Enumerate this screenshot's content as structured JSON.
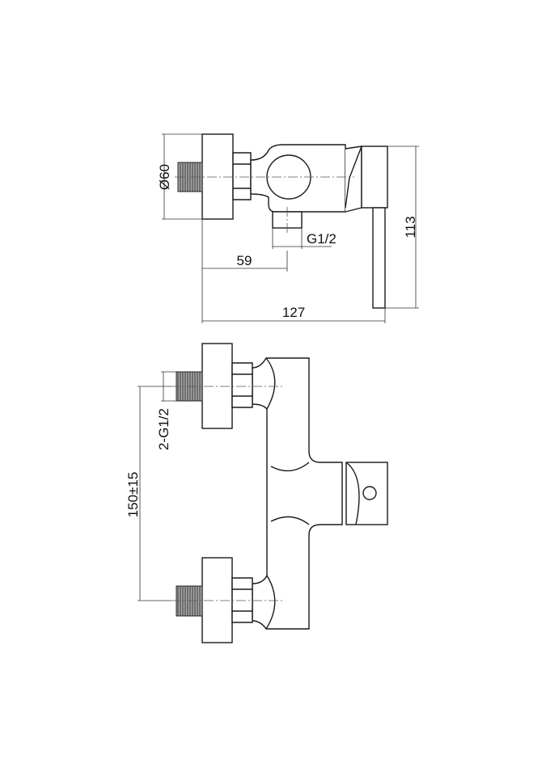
{
  "drawing": {
    "side_view": {
      "diameter_label": "Ø60",
      "height_label": "113",
      "outlet_offset_label": "59",
      "total_depth_label": "127",
      "outlet_thread_label": "G1/2"
    },
    "front_view": {
      "inlet_thread_label": "2-G1/2",
      "inlet_spacing_label": "150±15"
    }
  }
}
